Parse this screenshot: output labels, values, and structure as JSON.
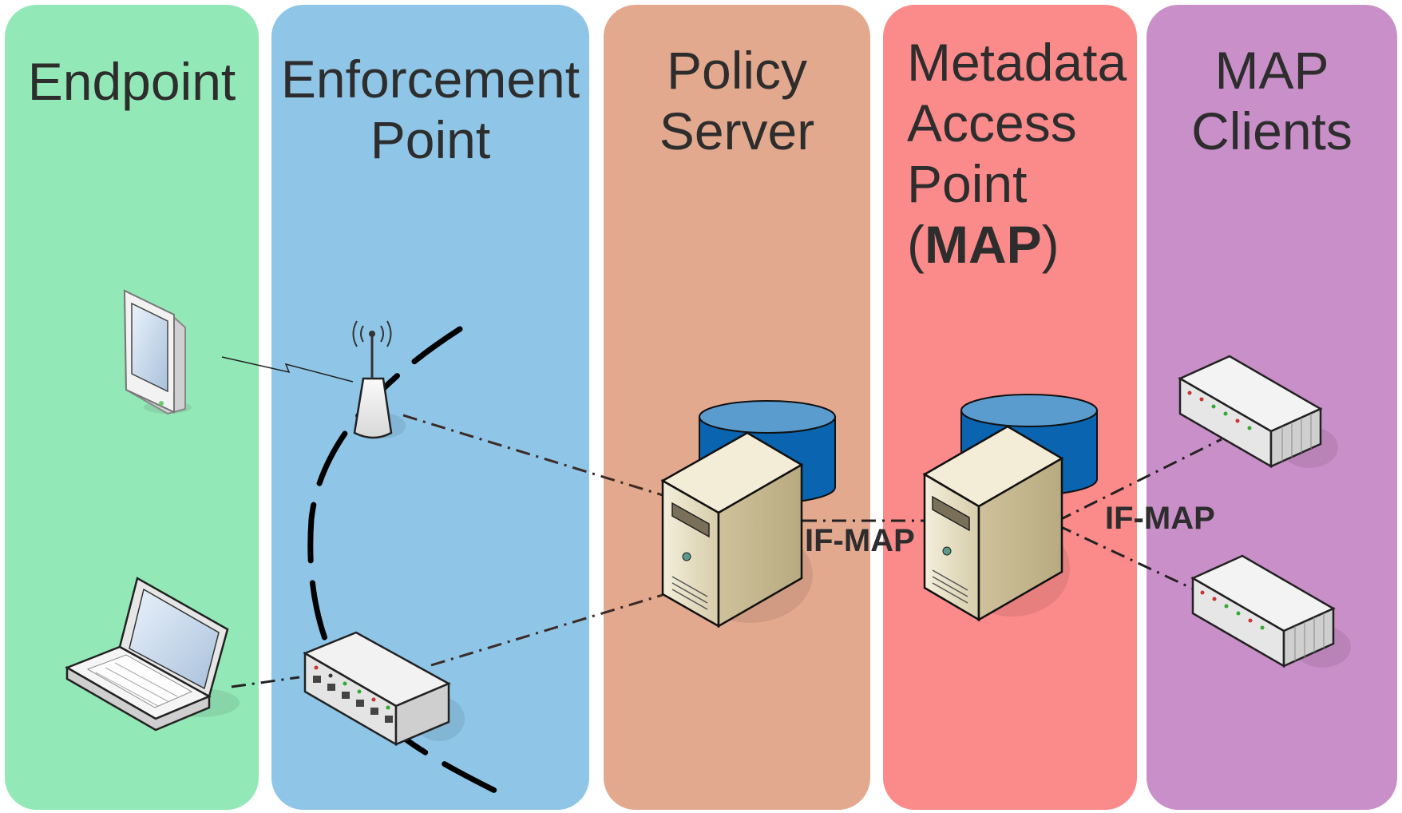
{
  "lanes": [
    {
      "id": "endpoint",
      "title_lines": [
        "Endpoint"
      ],
      "color": "#93e8b7"
    },
    {
      "id": "enforcement",
      "title_lines": [
        "Enforcement",
        "Point"
      ],
      "color": "#8fc5e6"
    },
    {
      "id": "policy",
      "title_lines": [
        "Policy",
        "Server"
      ],
      "color": "#e3a98f"
    },
    {
      "id": "map",
      "title_lines": [
        "Metadata",
        "Access",
        "Point"
      ],
      "title_paren": {
        "open": "(",
        "bold": "MAP",
        "close": ")"
      },
      "color": "#fb8a8a"
    },
    {
      "id": "clients",
      "title_lines": [
        "MAP",
        "Clients"
      ],
      "color": "#c98fc8"
    }
  ],
  "connection_labels": {
    "policy_to_map": "IF-MAP",
    "map_to_clients": "IF-MAP"
  },
  "icons": {
    "tablet": "tablet-icon",
    "laptop": "laptop-icon",
    "access_point": "wireless-access-point-icon",
    "switch": "network-switch-icon",
    "policy_server": "server-with-database-icon",
    "map_server": "server-with-database-icon",
    "map_client_1": "rack-server-icon",
    "map_client_2": "rack-server-icon"
  },
  "colors": {
    "database_blue": "#0a64b0",
    "server_beige": "#e9e0c4",
    "text": "#2d2d2d"
  }
}
